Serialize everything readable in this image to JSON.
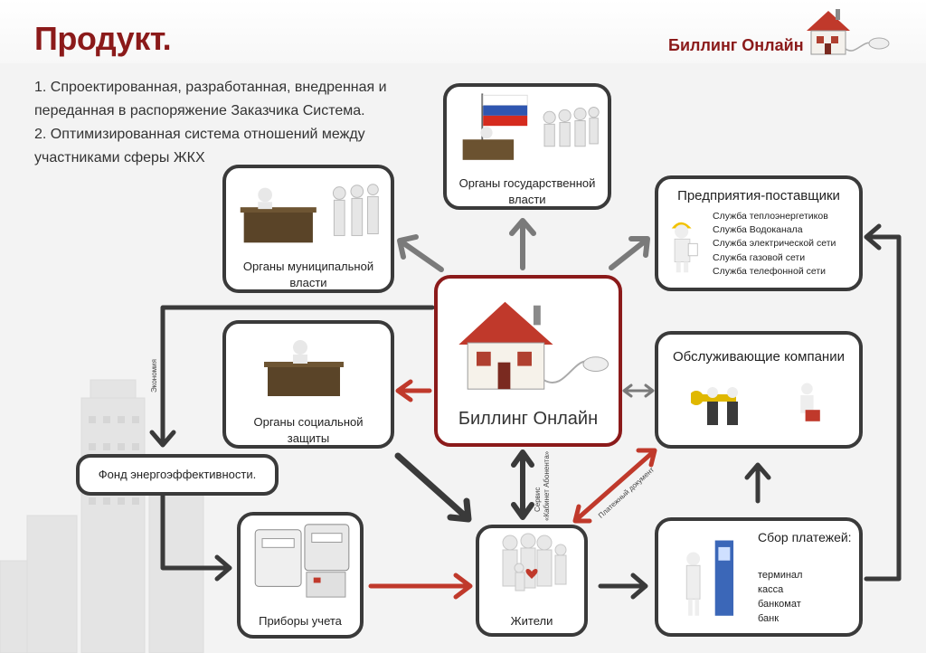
{
  "header": {
    "title": "Продукт.",
    "brand": "Биллинг Онлайн"
  },
  "intro": [
    "1. Спроектированная, разработанная, внедренная и",
    "переданная в распоряжение Заказчика Система.",
    "2. Оптимизированная система отношений между",
    "участниками сферы ЖКХ"
  ],
  "nodes": {
    "gov": {
      "line1": "Органы государственной",
      "line2": "власти"
    },
    "municipal": {
      "line1": "Органы муниципальной",
      "line2": "власти"
    },
    "suppliers": {
      "title": "Предприятия-поставщики",
      "items": [
        "Служба теплоэнергетиков",
        "Служба Водоканала",
        "Служба электрической сети",
        "Служба газовой сети",
        "Служба телефонной сети"
      ]
    },
    "social": {
      "line1": "Органы социальной",
      "line2": "защиты"
    },
    "center": {
      "label": "Биллинг Онлайн"
    },
    "service": {
      "title": "Обслуживающие компании"
    },
    "fund": {
      "label": "Фонд энергоэффективности."
    },
    "meters": {
      "label": "Приборы учета"
    },
    "residents": {
      "label": "Жители"
    },
    "payments": {
      "title": "Сбор платежей:",
      "items": [
        "терминал",
        "касса",
        "банкомат",
        "банк"
      ]
    }
  },
  "edge_labels": {
    "economy": "Экономия",
    "service1": "Сервис",
    "service2": "«Кабинет Абонента»",
    "payment_doc": "Платежный документ"
  },
  "colors": {
    "brand_red": "#8b1a1a",
    "arrow_red": "#c0392b",
    "arrow_dark": "#3a3a3a",
    "arrow_gray": "#7a7a7a"
  }
}
